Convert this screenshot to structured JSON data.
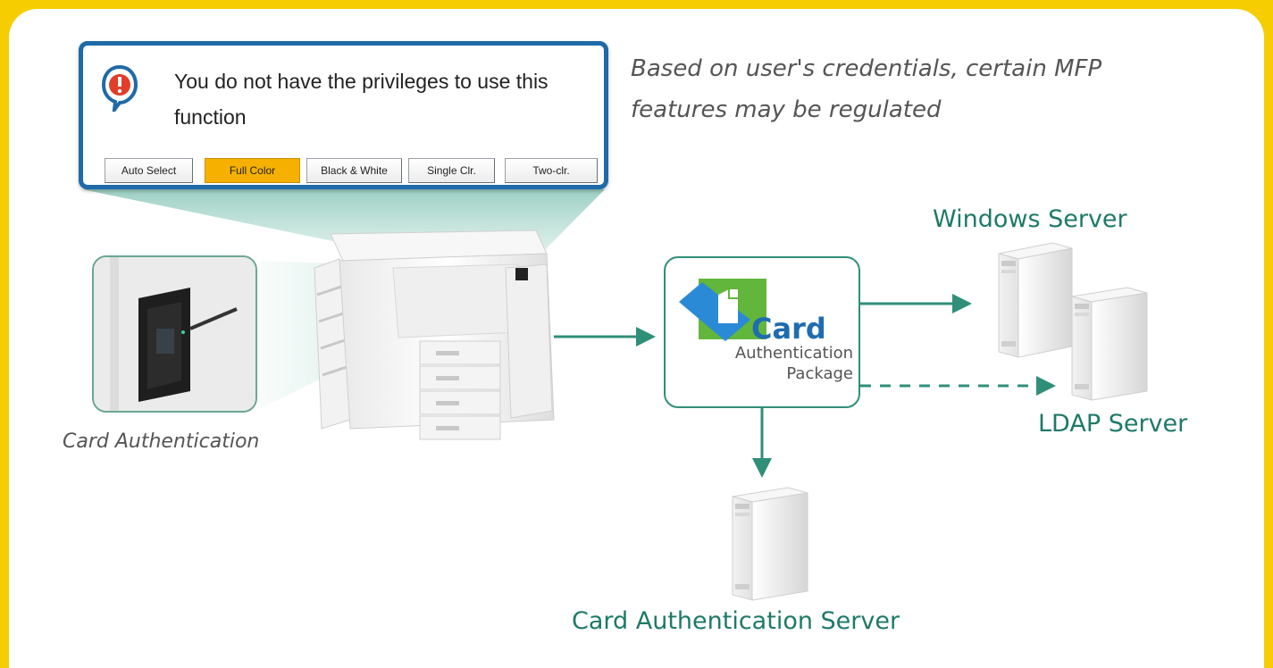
{
  "popup": {
    "message": "You do not have the privileges to use this function",
    "buttons": [
      {
        "label": "Auto Select",
        "active": false
      },
      {
        "label": "Full Color",
        "active": true
      },
      {
        "label": "Black & White",
        "active": false
      },
      {
        "label": "Single Clr.",
        "active": false
      },
      {
        "label": "Two-clr.",
        "active": false
      }
    ]
  },
  "caption": "Based on user's credentials, certain MFP features may be regulated",
  "labels": {
    "card_authentication": "Card Authentication",
    "windows_server": "Windows Server",
    "ldap_server": "LDAP Server",
    "card_auth_server": "Card Authentication Server"
  },
  "package": {
    "title": "Card",
    "subtitle_1": "Authentication",
    "subtitle_2": "Package"
  },
  "colors": {
    "frame": "#f5cd00",
    "teal": "#2f8f78",
    "popup_border": "#1f6aa8",
    "button_active": "#f6b100",
    "card_blue": "#1f6cb0",
    "logo_green": "#62b63b"
  }
}
